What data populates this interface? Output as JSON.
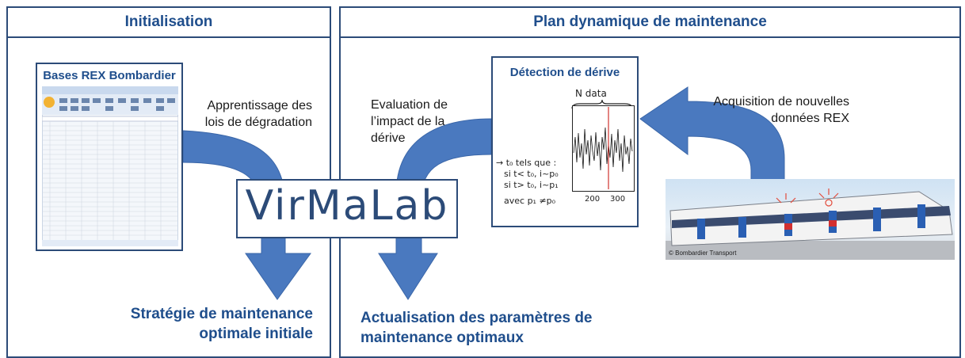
{
  "colors": {
    "panel_border": "#2c4b78",
    "arrow_fill": "#4a79bf",
    "title": "#1f4e8c"
  },
  "left_panel": {
    "title": "Initialisation",
    "sheet_title": "Bases REX Bombardier",
    "learning_label_line1": "Apprentissage des",
    "learning_label_line2": "lois de dégradation",
    "output_line1": "Stratégie de maintenance",
    "output_line2": "optimale initiale"
  },
  "right_panel": {
    "title": "Plan dynamique de maintenance",
    "eval_line1": "Evaluation de",
    "eval_line2": "l’impact de la",
    "eval_line3": "dérive",
    "acq_line1": "Acquisition de nouvelles",
    "acq_line2": "données REX",
    "output_line1": "Actualisation des paramètres de",
    "output_line2": "maintenance optimaux",
    "train_credit": "© Bombardier Transport"
  },
  "detection": {
    "title": "Détection de dérive",
    "n_label": "N data",
    "rule_line1": "→ t₀ tels que :",
    "rule_line2": "si t< t₀, i~p₀",
    "rule_line3": "si t> t₀, i~p₁",
    "rule_line4": "avec p₁ ≠p₀",
    "tick_200": "200",
    "tick_300": "300"
  },
  "logo": {
    "text": "VirMaLab"
  }
}
